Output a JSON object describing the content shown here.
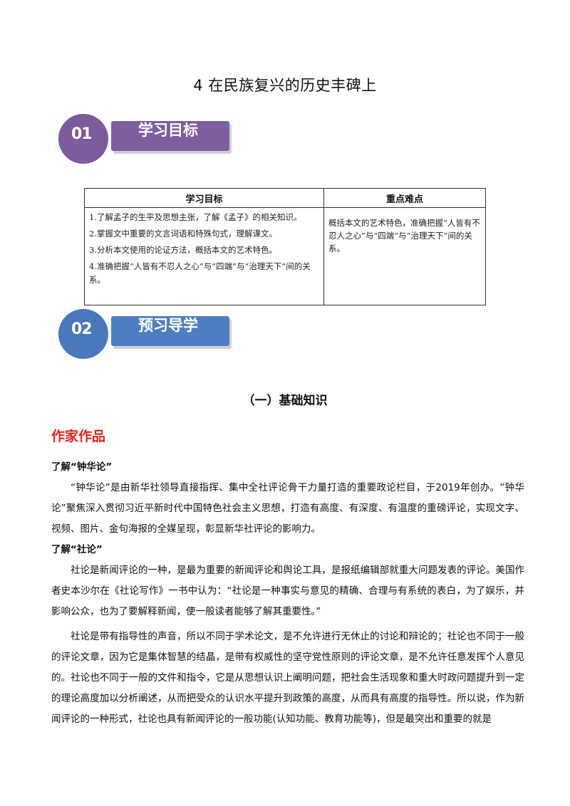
{
  "title": "4  在民族复兴的历史丰碑上",
  "section1": {
    "num": "01",
    "label": "学习目标"
  },
  "section2": {
    "num": "02",
    "label": "预习导学"
  },
  "table": {
    "headers": [
      "学习目标",
      "重点难点"
    ],
    "goals": [
      "1.了解孟子的生平及思想主张，了解《孟子》的相关知识。",
      "2.掌握文中重要的文言词语和特殊句式，理解课文。",
      "3.分析本文使用的论证方法，概括本文的艺术特色。",
      "4.准确把握“人皆有不忍人之心”与“四端”与“治理天下”间的关系。"
    ],
    "key_points": "概括本文的艺术特色，准确把握“人皆有不忍人之心”与“四端”与“治理天下”间的关系。"
  },
  "subtitle": "（一）基础知识",
  "red_heading": "作家作品",
  "heading1": "了解“钟华论”",
  "para1": "“钟华论”是由新华社领导直接指挥、集中全社评论骨干力量打造的重要政论栏目，于2019年创办。“钟华论”聚焦深入贯彻习近平新时代中国特色社会主义思想，打造有高度、有深度、有温度的重磅评论，实现文字、视频、图片、金句海报的全媒呈现，彰显新华社评论的影响力。",
  "heading2": "了解“社论”",
  "para2": "社论是新闻评论的一种，是最为重要的新闻评论和舆论工具，是报纸编辑部就重大问题发表的评论。美国作者史本沙尔在《社论写作》一书中认为：“社论是一种事实与意见的精确、合理与有系统的表白，为了娱乐，并影响公众，也为了要解释新闻，使一般读者能够了解其重要性。”",
  "para3": "社论是带有指导性的声音，所以不同于学术论文，是不允许进行无休止的讨论和辩论的；社论也不同于一般的评论文章，因为它是集体智慧的结晶，是带有权威性的坚守党性原则的评论文章，是不允许任意发挥个人意见的。社论也不同于一般的文件和指令，它是从思想认识上阐明问题，把社会生活现象和重大时政问题提升到一定的理论高度加以分析阐述，从而把受众的认识水平提升到政策的高度，从而具有高度的指导性。所以说，作为新闻评论的一种形式，社论也具有新闻评论的一般功能(认知功能、教育功能等)，但是最突出和重要的就是"
}
